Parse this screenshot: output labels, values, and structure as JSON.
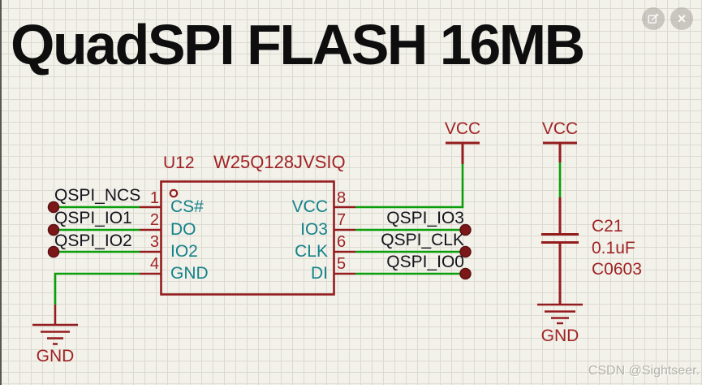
{
  "title": "QuadSPI FLASH 16MB",
  "watermark": "CSDN @Sightseer.",
  "viewer": {
    "edit_icon": "edit-image-icon",
    "close_icon": "close-icon",
    "close_glyph": "×"
  },
  "chip": {
    "ref": "U12",
    "part": "W25Q128JVSIQ",
    "left_pins": [
      {
        "num": "1",
        "name": "CS#"
      },
      {
        "num": "2",
        "name": "DO"
      },
      {
        "num": "3",
        "name": "IO2"
      },
      {
        "num": "4",
        "name": "GND"
      }
    ],
    "right_pins": [
      {
        "num": "8",
        "name": "VCC"
      },
      {
        "num": "7",
        "name": "IO3"
      },
      {
        "num": "6",
        "name": "CLK"
      },
      {
        "num": "5",
        "name": "DI"
      }
    ]
  },
  "net_labels": {
    "left": [
      "QSPI_NCS",
      "QSPI_IO1",
      "QSPI_IO2"
    ],
    "right": [
      "QSPI_IO3",
      "QSPI_CLK",
      "QSPI_IO0"
    ]
  },
  "power": {
    "vcc_chip": "VCC",
    "vcc_cap": "VCC",
    "gnd_chip": "GND",
    "gnd_cap": "GND"
  },
  "capacitor": {
    "ref": "C21",
    "value": "0.1uF",
    "footprint": "C0603"
  },
  "colors": {
    "background": "#f2f1ea",
    "grid_line": "#dcdad0",
    "wire_green": "#0b9e0b",
    "component_red": "#941c1e",
    "text_red": "#a02325",
    "pin_teal": "#15828a",
    "net_text": "#14141c",
    "dot_red": "#7c1719",
    "watermark_gray": "#b4b2aa"
  }
}
